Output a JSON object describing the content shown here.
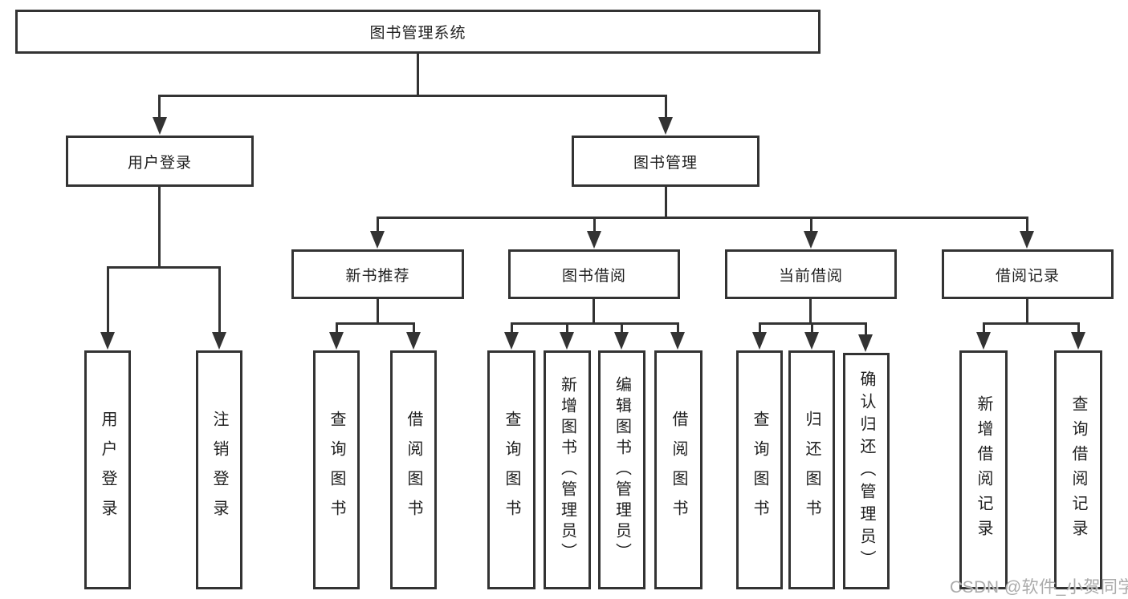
{
  "page": {
    "background": "#ffffff"
  },
  "colors": {
    "line": "#333333",
    "box_border": "#333333",
    "text": "#1f1f1f",
    "watermark": "#ababab"
  },
  "nodes": {
    "root": {
      "label": "图书管理系统"
    },
    "level2": [
      {
        "label": "用户登录"
      },
      {
        "label": "图书管理"
      }
    ],
    "level3": [
      {
        "label": "新书推荐"
      },
      {
        "label": "图书借阅"
      },
      {
        "label": "当前借阅"
      },
      {
        "label": "借阅记录"
      }
    ],
    "leaves": {
      "user_login": [
        {
          "label": "用户登录"
        },
        {
          "label": "注销登录"
        }
      ],
      "new_book_rec": [
        {
          "label": "查询图书"
        },
        {
          "label": "借阅图书"
        }
      ],
      "book_borrow": [
        {
          "label": "查询图书"
        },
        {
          "label": "新增图书（管理员）"
        },
        {
          "label": "编辑图书（管理员）"
        },
        {
          "label": "借阅图书"
        }
      ],
      "current_borrow": [
        {
          "label": "查询图书"
        },
        {
          "label": "归还图书"
        },
        {
          "label": "确认归还（管理员）"
        }
      ],
      "borrow_records": [
        {
          "label": "新增借阅记录"
        },
        {
          "label": "查询借阅记录"
        }
      ]
    }
  },
  "watermark": {
    "text": "CSDN @软件_小贺同学"
  }
}
